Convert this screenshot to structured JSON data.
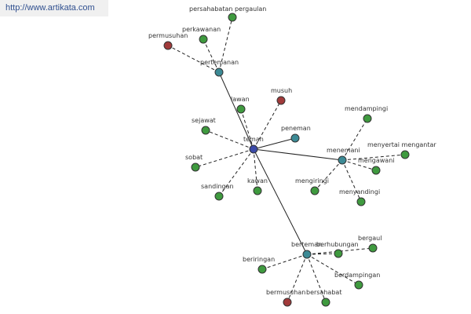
{
  "watermark": "http://www.artikata.com",
  "colors": {
    "center": "#3b4aa8",
    "related": "#3c8a95",
    "synonym": "#3f9a3f",
    "antonym": "#a13a3a"
  },
  "nodes": [
    {
      "id": "teman",
      "label": "teman",
      "kind": "center"
    },
    {
      "id": "pertemanan",
      "label": "pertemanan",
      "kind": "related"
    },
    {
      "id": "peneman",
      "label": "peneman",
      "kind": "related"
    },
    {
      "id": "menemani",
      "label": "menemani",
      "kind": "related"
    },
    {
      "id": "berteman",
      "label": "berteman",
      "kind": "related"
    },
    {
      "id": "persahabatan_pergaulan",
      "label": "persahabatan pergaulan",
      "kind": "synonym"
    },
    {
      "id": "perkawanan",
      "label": "perkawanan",
      "kind": "synonym"
    },
    {
      "id": "permusuhan",
      "label": "permusuhan",
      "kind": "antonym"
    },
    {
      "id": "lawan",
      "label": "lawan",
      "kind": "synonym"
    },
    {
      "id": "musuh",
      "label": "musuh",
      "kind": "antonym"
    },
    {
      "id": "sejawat",
      "label": "sejawat",
      "kind": "synonym"
    },
    {
      "id": "sobat",
      "label": "sobat",
      "kind": "synonym"
    },
    {
      "id": "sandingan",
      "label": "sandingan",
      "kind": "synonym"
    },
    {
      "id": "kawan",
      "label": "kawan",
      "kind": "synonym"
    },
    {
      "id": "mendampingi",
      "label": "mendampingi",
      "kind": "synonym"
    },
    {
      "id": "menyertai_mengantar",
      "label": "menyertai mengantar",
      "kind": "synonym"
    },
    {
      "id": "mengawani",
      "label": "mengawani",
      "kind": "synonym"
    },
    {
      "id": "mengiringi",
      "label": "mengiringi",
      "kind": "synonym"
    },
    {
      "id": "menyandingi",
      "label": "menyandingi",
      "kind": "synonym"
    },
    {
      "id": "berhubungan",
      "label": "berhubungan",
      "kind": "synonym"
    },
    {
      "id": "bergaul",
      "label": "bergaul",
      "kind": "synonym"
    },
    {
      "id": "beriringan",
      "label": "beriringan",
      "kind": "synonym"
    },
    {
      "id": "berdampingan",
      "label": "berdampingan",
      "kind": "synonym"
    },
    {
      "id": "bermusuhan",
      "label": "bermusuhan",
      "kind": "antonym"
    },
    {
      "id": "bersahabat",
      "label": "bersahabat",
      "kind": "synonym"
    }
  ],
  "edges": [
    {
      "from": "teman",
      "to": "pertemanan",
      "style": "solid"
    },
    {
      "from": "teman",
      "to": "peneman",
      "style": "solid"
    },
    {
      "from": "teman",
      "to": "menemani",
      "style": "solid"
    },
    {
      "from": "teman",
      "to": "berteman",
      "style": "solid"
    },
    {
      "from": "pertemanan",
      "to": "persahabatan_pergaulan",
      "style": "dashed"
    },
    {
      "from": "pertemanan",
      "to": "perkawanan",
      "style": "dashed"
    },
    {
      "from": "pertemanan",
      "to": "permusuhan",
      "style": "dashed"
    },
    {
      "from": "teman",
      "to": "lawan",
      "style": "dashed"
    },
    {
      "from": "teman",
      "to": "musuh",
      "style": "dashed"
    },
    {
      "from": "teman",
      "to": "sejawat",
      "style": "dashed"
    },
    {
      "from": "teman",
      "to": "sobat",
      "style": "dashed"
    },
    {
      "from": "teman",
      "to": "sandingan",
      "style": "dashed"
    },
    {
      "from": "teman",
      "to": "kawan",
      "style": "dashed"
    },
    {
      "from": "menemani",
      "to": "mendampingi",
      "style": "dashed"
    },
    {
      "from": "menemani",
      "to": "menyertai_mengantar",
      "style": "dashed"
    },
    {
      "from": "menemani",
      "to": "mengawani",
      "style": "dashed"
    },
    {
      "from": "menemani",
      "to": "mengiringi",
      "style": "dashed"
    },
    {
      "from": "menemani",
      "to": "menyandingi",
      "style": "dashed"
    },
    {
      "from": "berteman",
      "to": "berhubungan",
      "style": "dashed"
    },
    {
      "from": "berteman",
      "to": "bergaul",
      "style": "dashed"
    },
    {
      "from": "berteman",
      "to": "beriringan",
      "style": "dashed"
    },
    {
      "from": "berteman",
      "to": "berdampingan",
      "style": "dashed"
    },
    {
      "from": "berteman",
      "to": "bermusuhan",
      "style": "dashed"
    },
    {
      "from": "berteman",
      "to": "bersahabat",
      "style": "dashed"
    }
  ]
}
